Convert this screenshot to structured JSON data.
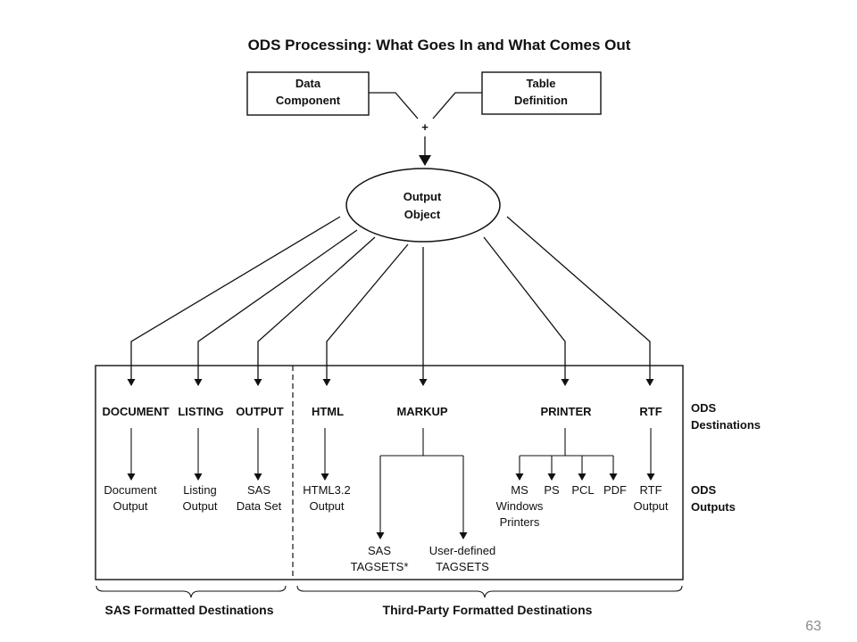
{
  "title": "ODS Processing: What Goes In and What Comes Out",
  "inputs": {
    "data_component": [
      "Data",
      "Component"
    ],
    "table_definition": [
      "Table",
      "Definition"
    ],
    "plus": "+"
  },
  "output_object": [
    "Output",
    "Object"
  ],
  "destinations": {
    "document": "DOCUMENT",
    "listing": "LISTING",
    "output": "OUTPUT",
    "html": "HTML",
    "markup": "MARKUP",
    "printer": "PRINTER",
    "rtf": "RTF"
  },
  "outputs": {
    "document": [
      "Document",
      "Output"
    ],
    "listing": [
      "Listing",
      "Output"
    ],
    "output": [
      "SAS",
      "Data Set"
    ],
    "html": [
      "HTML3.2",
      "Output"
    ],
    "ms_windows": [
      "MS",
      "Windows",
      "Printers"
    ],
    "ps": "PS",
    "pcl": "PCL",
    "pdf": "PDF",
    "rtf": [
      "RTF",
      "Output"
    ],
    "sas_tagsets": [
      "SAS",
      "TAGSETS*"
    ],
    "user_tagsets": [
      "User-defined",
      "TAGSETS"
    ]
  },
  "side_labels": {
    "ods_destinations": [
      "ODS",
      "Destinations"
    ],
    "ods_outputs": [
      "ODS",
      "Outputs"
    ]
  },
  "groups": {
    "sas_formatted": "SAS Formatted Destinations",
    "third_party": "Third-Party Formatted Destinations"
  },
  "page_number": "63"
}
